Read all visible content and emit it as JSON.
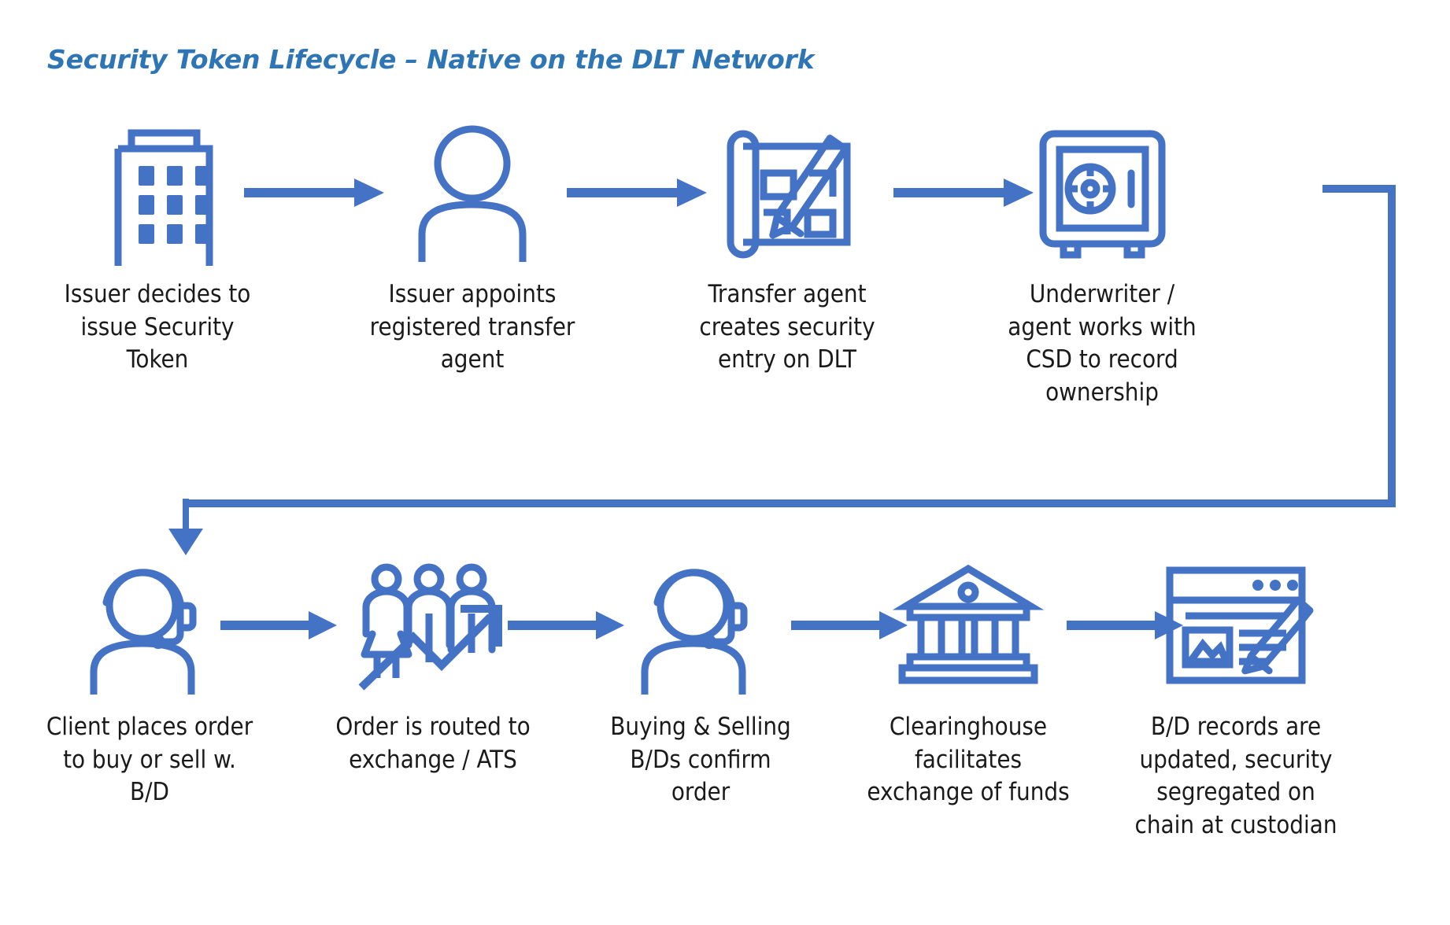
{
  "title": "Security Token Lifecycle – Native on the DLT Network",
  "theme": {
    "accent": "#4472C4",
    "title_color": "#2E75B6",
    "label_color": "#1a1a1a",
    "background": "#ffffff"
  },
  "row1": {
    "steps": [
      {
        "icon": "office-building-icon",
        "label": "Issuer decides to\nissue Security\nToken"
      },
      {
        "icon": "person-icon",
        "label": "Issuer appoints\nregistered transfer\nagent"
      },
      {
        "icon": "blueprint-pencil-icon",
        "label": "Transfer agent\ncreates security\nentry on DLT"
      },
      {
        "icon": "safe-vault-icon",
        "label": "Underwriter /\nagent works with\nCSD to record\nownership"
      }
    ],
    "arrows": [
      "arrow-right-icon",
      "arrow-right-icon",
      "arrow-right-icon"
    ]
  },
  "row2": {
    "steps": [
      {
        "icon": "headset-agent-icon",
        "label": "Client places order\nto buy or sell w.\nB/D"
      },
      {
        "icon": "people-growth-chart-icon",
        "label": "Order is routed to\nexchange / ATS"
      },
      {
        "icon": "headset-agent-icon",
        "label": "Buying & Selling\nB/Ds confirm\norder"
      },
      {
        "icon": "bank-building-icon",
        "label": "Clearinghouse\nfacilitates\nexchange of funds"
      },
      {
        "icon": "webpage-edit-icon",
        "label": "B/D records are\nupdated, security\nsegregated on\nchain at custodian"
      }
    ],
    "arrows": [
      "arrow-right-icon",
      "arrow-right-icon",
      "arrow-right-icon",
      "arrow-right-icon"
    ]
  },
  "connector": {
    "name": "row-wrap-connector",
    "description": "elbow connector from step 4 of row 1 down and left into step 1 of row 2",
    "arrowhead": "arrow-down-icon"
  }
}
